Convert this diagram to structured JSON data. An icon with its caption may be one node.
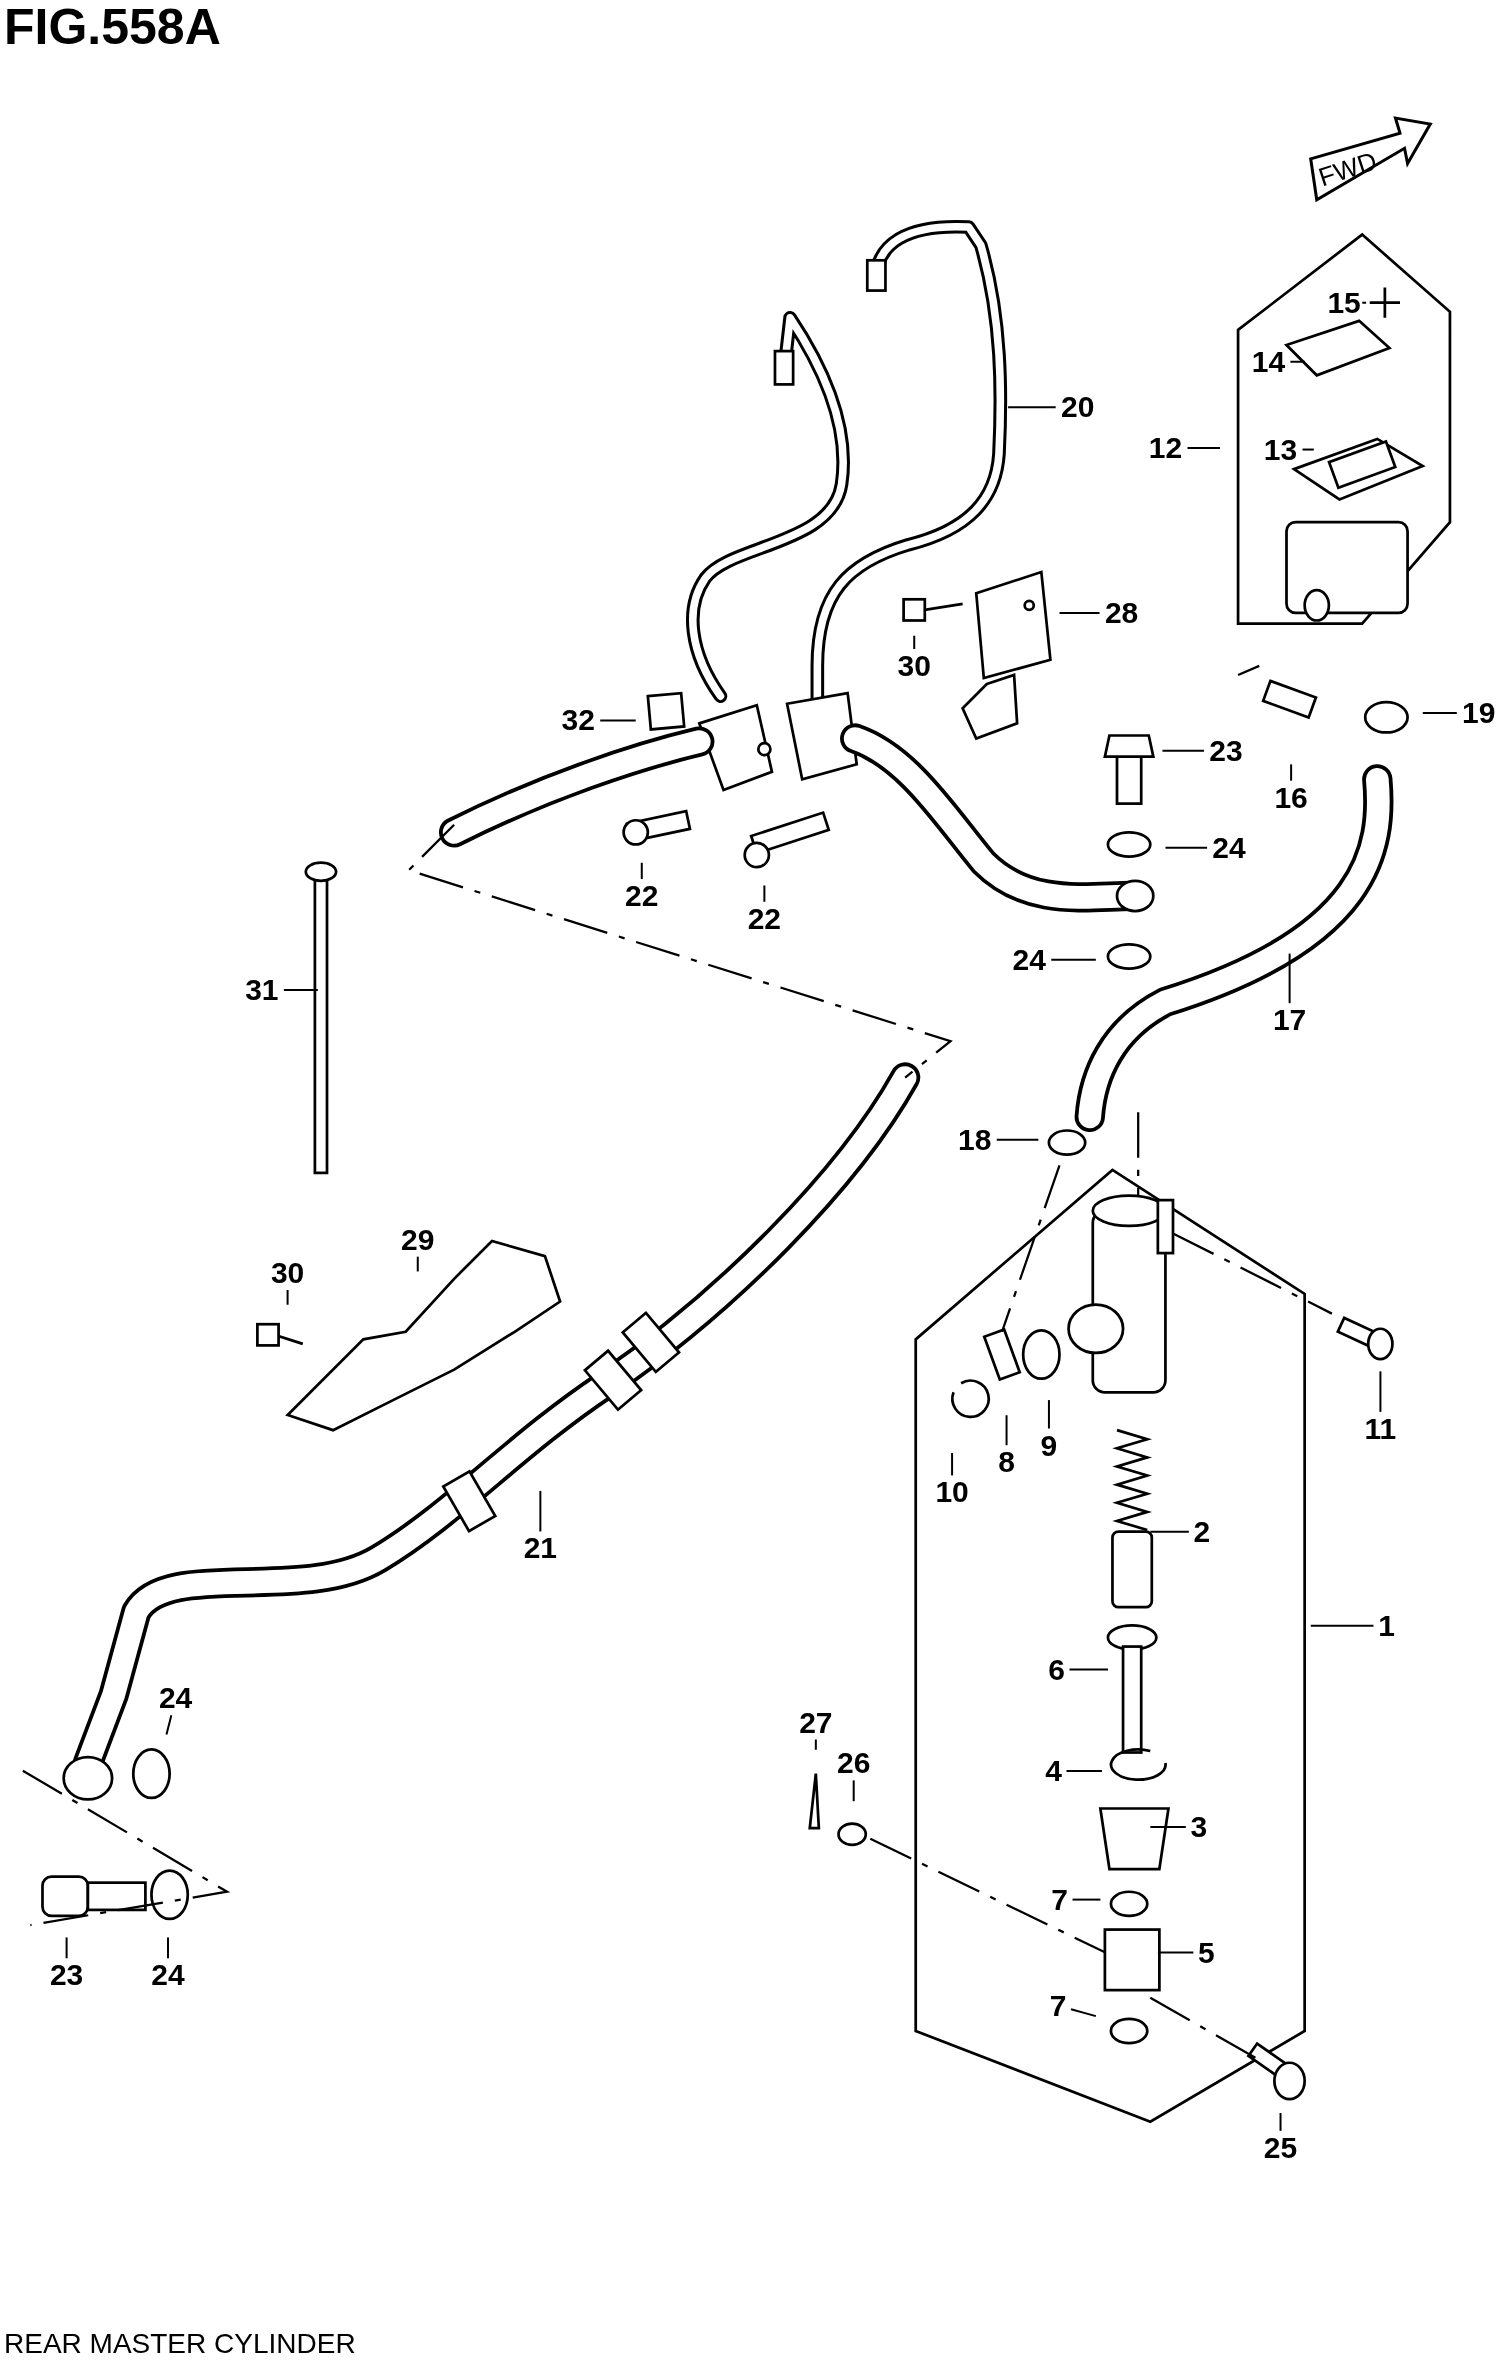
{
  "diagram": {
    "title": "FIG.558A",
    "caption": "REAR MASTER CYLINDER",
    "nodes": [
      {
        "text": [
          "15"
        ]
      },
      {
        "text": [
          "14"
        ]
      },
      {
        "text": [
          "20"
        ]
      },
      {
        "text": [
          "12"
        ]
      },
      {
        "text": [
          "13"
        ]
      },
      {
        "text": [
          "28"
        ]
      },
      {
        "text": [
          "30"
        ]
      },
      {
        "text": [
          "19"
        ]
      },
      {
        "text": [
          "32"
        ]
      },
      {
        "text": [
          "23"
        ]
      },
      {
        "text": [
          "16"
        ]
      },
      {
        "text": [
          "24"
        ]
      },
      {
        "text": [
          "22"
        ]
      },
      {
        "text": [
          "22"
        ]
      },
      {
        "text": [
          "24"
        ]
      },
      {
        "text": [
          "31"
        ]
      },
      {
        "text": [
          "17"
        ]
      },
      {
        "text": [
          "18"
        ]
      },
      {
        "text": [
          "29"
        ]
      },
      {
        "text": [
          "30"
        ]
      },
      {
        "text": [
          "11"
        ]
      },
      {
        "text": [
          "9"
        ]
      },
      {
        "text": [
          "8"
        ]
      },
      {
        "text": [
          "10"
        ]
      },
      {
        "text": [
          "2"
        ]
      },
      {
        "text": [
          "21"
        ]
      },
      {
        "text": [
          "1"
        ]
      },
      {
        "text": [
          "6"
        ]
      },
      {
        "text": [
          "24"
        ]
      },
      {
        "text": [
          "27"
        ]
      },
      {
        "text": [
          "26"
        ]
      },
      {
        "text": [
          "4"
        ]
      },
      {
        "text": [
          "3"
        ]
      },
      {
        "text": [
          "7"
        ]
      },
      {
        "text": [
          "5"
        ]
      },
      {
        "text": [
          "23"
        ]
      },
      {
        "text": [
          "24"
        ]
      },
      {
        "text": [
          "7"
        ]
      },
      {
        "text": [
          "25"
        ]
      }
    ],
    "edges": [
      {
        "from": 0,
        "to": null,
        "arrow": "none"
      },
      {
        "from": 1,
        "to": null,
        "arrow": "none"
      },
      {
        "from": 2,
        "to": null,
        "arrow": "none"
      },
      {
        "from": 3,
        "to": null,
        "arrow": "none"
      },
      {
        "from": 4,
        "to": null,
        "arrow": "none"
      },
      {
        "from": 5,
        "to": null,
        "arrow": "none"
      },
      {
        "from": 6,
        "to": null,
        "arrow": "none"
      },
      {
        "from": 7,
        "to": null,
        "arrow": "none"
      },
      {
        "from": 8,
        "to": null,
        "arrow": "none"
      },
      {
        "from": 9,
        "to": null,
        "arrow": "none"
      },
      {
        "from": 10,
        "to": null,
        "arrow": "none"
      },
      {
        "from": 11,
        "to": null,
        "arrow": "none"
      },
      {
        "from": 12,
        "to": null,
        "arrow": "none"
      },
      {
        "from": 13,
        "to": null,
        "arrow": "none"
      },
      {
        "from": 14,
        "to": null,
        "arrow": "none"
      },
      {
        "from": 15,
        "to": null,
        "arrow": "none"
      },
      {
        "from": 16,
        "to": null,
        "arrow": "none"
      },
      {
        "from": 17,
        "to": null,
        "arrow": "none"
      },
      {
        "from": 18,
        "to": null,
        "arrow": "none"
      },
      {
        "from": 19,
        "to": null,
        "arrow": "none"
      },
      {
        "from": 20,
        "to": null,
        "arrow": "none"
      },
      {
        "from": 21,
        "to": null,
        "arrow": "none"
      },
      {
        "from": 22,
        "to": null,
        "arrow": "none"
      },
      {
        "from": 23,
        "to": null,
        "arrow": "none"
      },
      {
        "from": 24,
        "to": null,
        "arrow": "none"
      },
      {
        "from": 25,
        "to": null,
        "arrow": "none"
      },
      {
        "from": 26,
        "to": null,
        "arrow": "none"
      },
      {
        "from": 27,
        "to": null,
        "arrow": "none"
      },
      {
        "from": 28,
        "to": null,
        "arrow": "none"
      },
      {
        "from": 29,
        "to": null,
        "arrow": "none"
      },
      {
        "from": 30,
        "to": null,
        "arrow": "none"
      },
      {
        "from": 31,
        "to": null,
        "arrow": "none"
      },
      {
        "from": 32,
        "to": null,
        "arrow": "none"
      },
      {
        "from": 33,
        "to": null,
        "arrow": "none"
      },
      {
        "from": 34,
        "to": null,
        "arrow": "none"
      },
      {
        "from": 35,
        "to": null,
        "arrow": "none"
      },
      {
        "from": 36,
        "to": null,
        "arrow": "none"
      },
      {
        "from": 37,
        "to": null,
        "arrow": "none"
      },
      {
        "from": 38,
        "to": null,
        "arrow": "none"
      }
    ],
    "labels": [
      "FWD"
    ]
  }
}
